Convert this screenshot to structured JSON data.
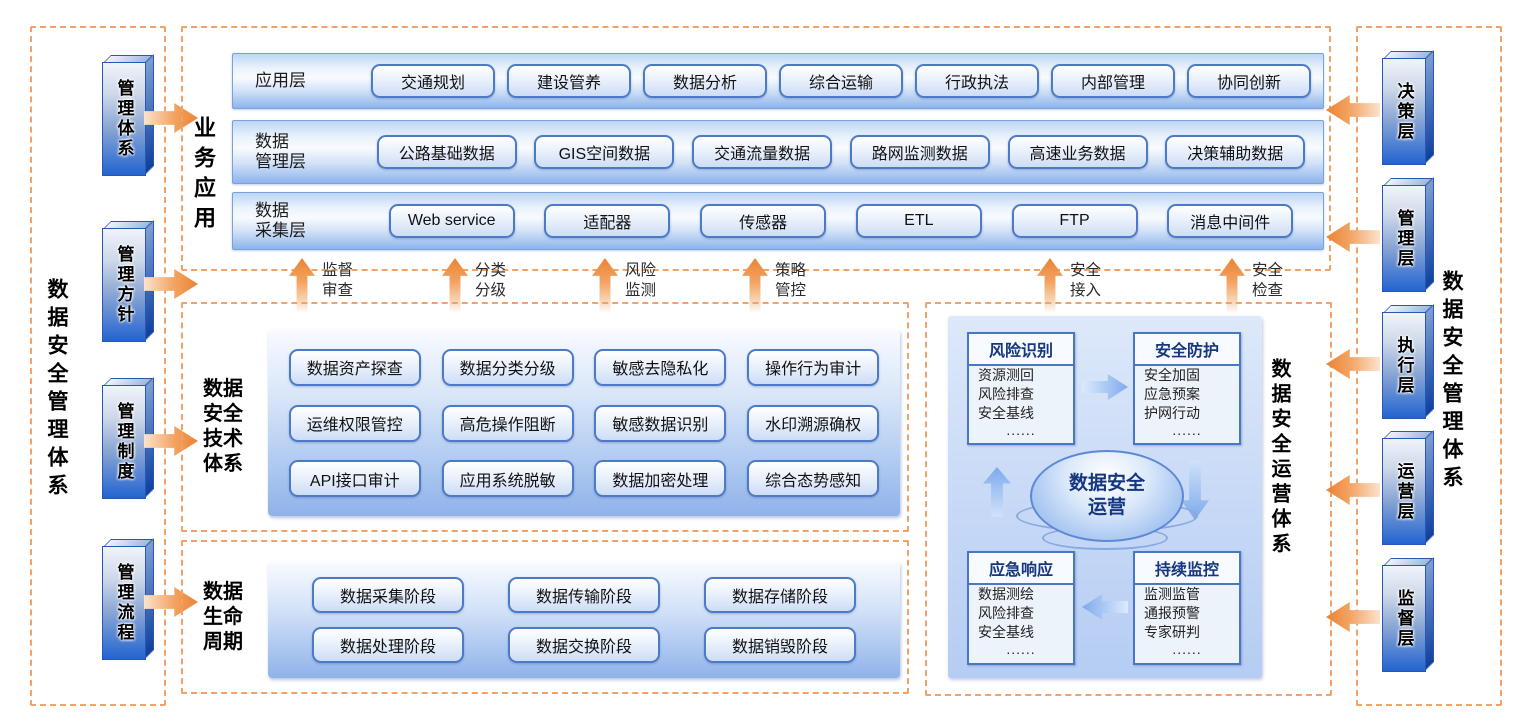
{
  "colors": {
    "accent_orange": "#EA8334",
    "accent_blue": "#2264D0",
    "dashed_border": "#F2A268",
    "panel_blue": "#8FB2EA"
  },
  "left_panel": {
    "title": "数据安全管理体系",
    "pillars": [
      {
        "label": "管理体系"
      },
      {
        "label": "管理方针"
      },
      {
        "label": "管理制度"
      },
      {
        "label": "管理流程"
      }
    ]
  },
  "business": {
    "title": "业务应用",
    "rows": [
      {
        "label": "应用层",
        "items": [
          "交通规划",
          "建设管养",
          "数据分析",
          "综合运输",
          "行政执法",
          "内部管理",
          "协同创新"
        ]
      },
      {
        "label": "数据\n管理层",
        "items": [
          "公路基础数据",
          "GIS空间数据",
          "交通流量数据",
          "路网监测数据",
          "高速业务数据",
          "决策辅助数据"
        ]
      },
      {
        "label": "数据\n采集层",
        "items": [
          "Web service",
          "适配器",
          "传感器",
          "ETL",
          "FTP",
          "消息中间件"
        ]
      }
    ]
  },
  "control_arrows": [
    "监督\n审查",
    "分类\n分级",
    "风险\n监测",
    "策略\n管控",
    "安全\n接入",
    "安全\n检查"
  ],
  "tech": {
    "title": "数据\n安全\n技术\n体系",
    "items": [
      "数据资产探查",
      "数据分类分级",
      "敏感去隐私化",
      "操作行为审计",
      "运维权限管控",
      "高危操作阻断",
      "敏感数据识别",
      "水印溯源确权",
      "API接口审计",
      "应用系统脱敏",
      "数据加密处理",
      "综合态势感知"
    ]
  },
  "lifecycle": {
    "title": "数据\n生命\n周期",
    "items": [
      "数据采集阶段",
      "数据传输阶段",
      "数据存储阶段",
      "数据处理阶段",
      "数据交换阶段",
      "数据销毁阶段"
    ]
  },
  "operations": {
    "title": "数据安全运营体系",
    "center": "数据安全\n运营",
    "boxes": [
      {
        "title": "风险识别",
        "lines": [
          "资源测回",
          "风险排查",
          "安全基线",
          "......"
        ]
      },
      {
        "title": "安全防护",
        "lines": [
          "安全加固",
          "应急预案",
          "护网行动",
          "......"
        ]
      },
      {
        "title": "应急响应",
        "lines": [
          "数据测绘",
          "风险排查",
          "安全基线",
          "......"
        ]
      },
      {
        "title": "持续监控",
        "lines": [
          "监测监管",
          "通报预警",
          "专家研判",
          "......"
        ]
      }
    ]
  },
  "right_panel": {
    "title": "数据安全管理体系",
    "pillars": [
      {
        "label": "决策层"
      },
      {
        "label": "管理层"
      },
      {
        "label": "执行层"
      },
      {
        "label": "运营层"
      },
      {
        "label": "监督层"
      }
    ]
  }
}
